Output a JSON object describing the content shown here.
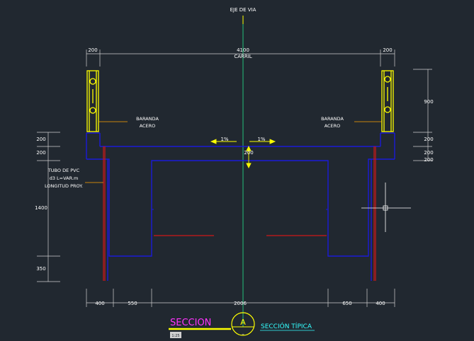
{
  "drawing": {
    "axis_label": "EJE DE VIA",
    "colors": {
      "background": "#212830",
      "structure": "#1a1ad8",
      "railing": "#ffff00",
      "axis": "#22c07a",
      "dimension": "#cfcfcf",
      "rebar": "#d01818",
      "title_magenta": "#ff33ff",
      "title_cyan": "#33ffff",
      "leader": "#ffa500"
    },
    "top_dims": {
      "left_railing": "200",
      "total": "4100",
      "total_sub": "CARRIL",
      "right_railing": "200"
    },
    "right_dims": {
      "railing_height": "900",
      "curb_1": "200",
      "curb_2": "200",
      "deck": "200"
    },
    "left_dims": {
      "curb_1": "200",
      "curb_2": "200",
      "wall": "1400",
      "footing": "350"
    },
    "center_dims": {
      "slab": "200",
      "slope_left": "1%",
      "slope_right": "1%"
    },
    "bottom_dims": {
      "d1": "400",
      "d2": "550",
      "d3": "2006",
      "d4": "650",
      "d5": "400"
    },
    "labels": {
      "railing_left_1": "BARANDA",
      "railing_left_2": "ACERO",
      "railing_right_1": "BARANDA",
      "railing_right_2": "ACERO",
      "pipe_1": "TUBO DE PVC",
      "pipe_2": "d3 L=VAR.m",
      "pipe_3": "LONGITUD PROY."
    },
    "title": {
      "section": "SECCION",
      "letter": "A",
      "sub": "–",
      "name": "SECCIÓN TÍPICA",
      "scale_box": "1:25"
    }
  }
}
